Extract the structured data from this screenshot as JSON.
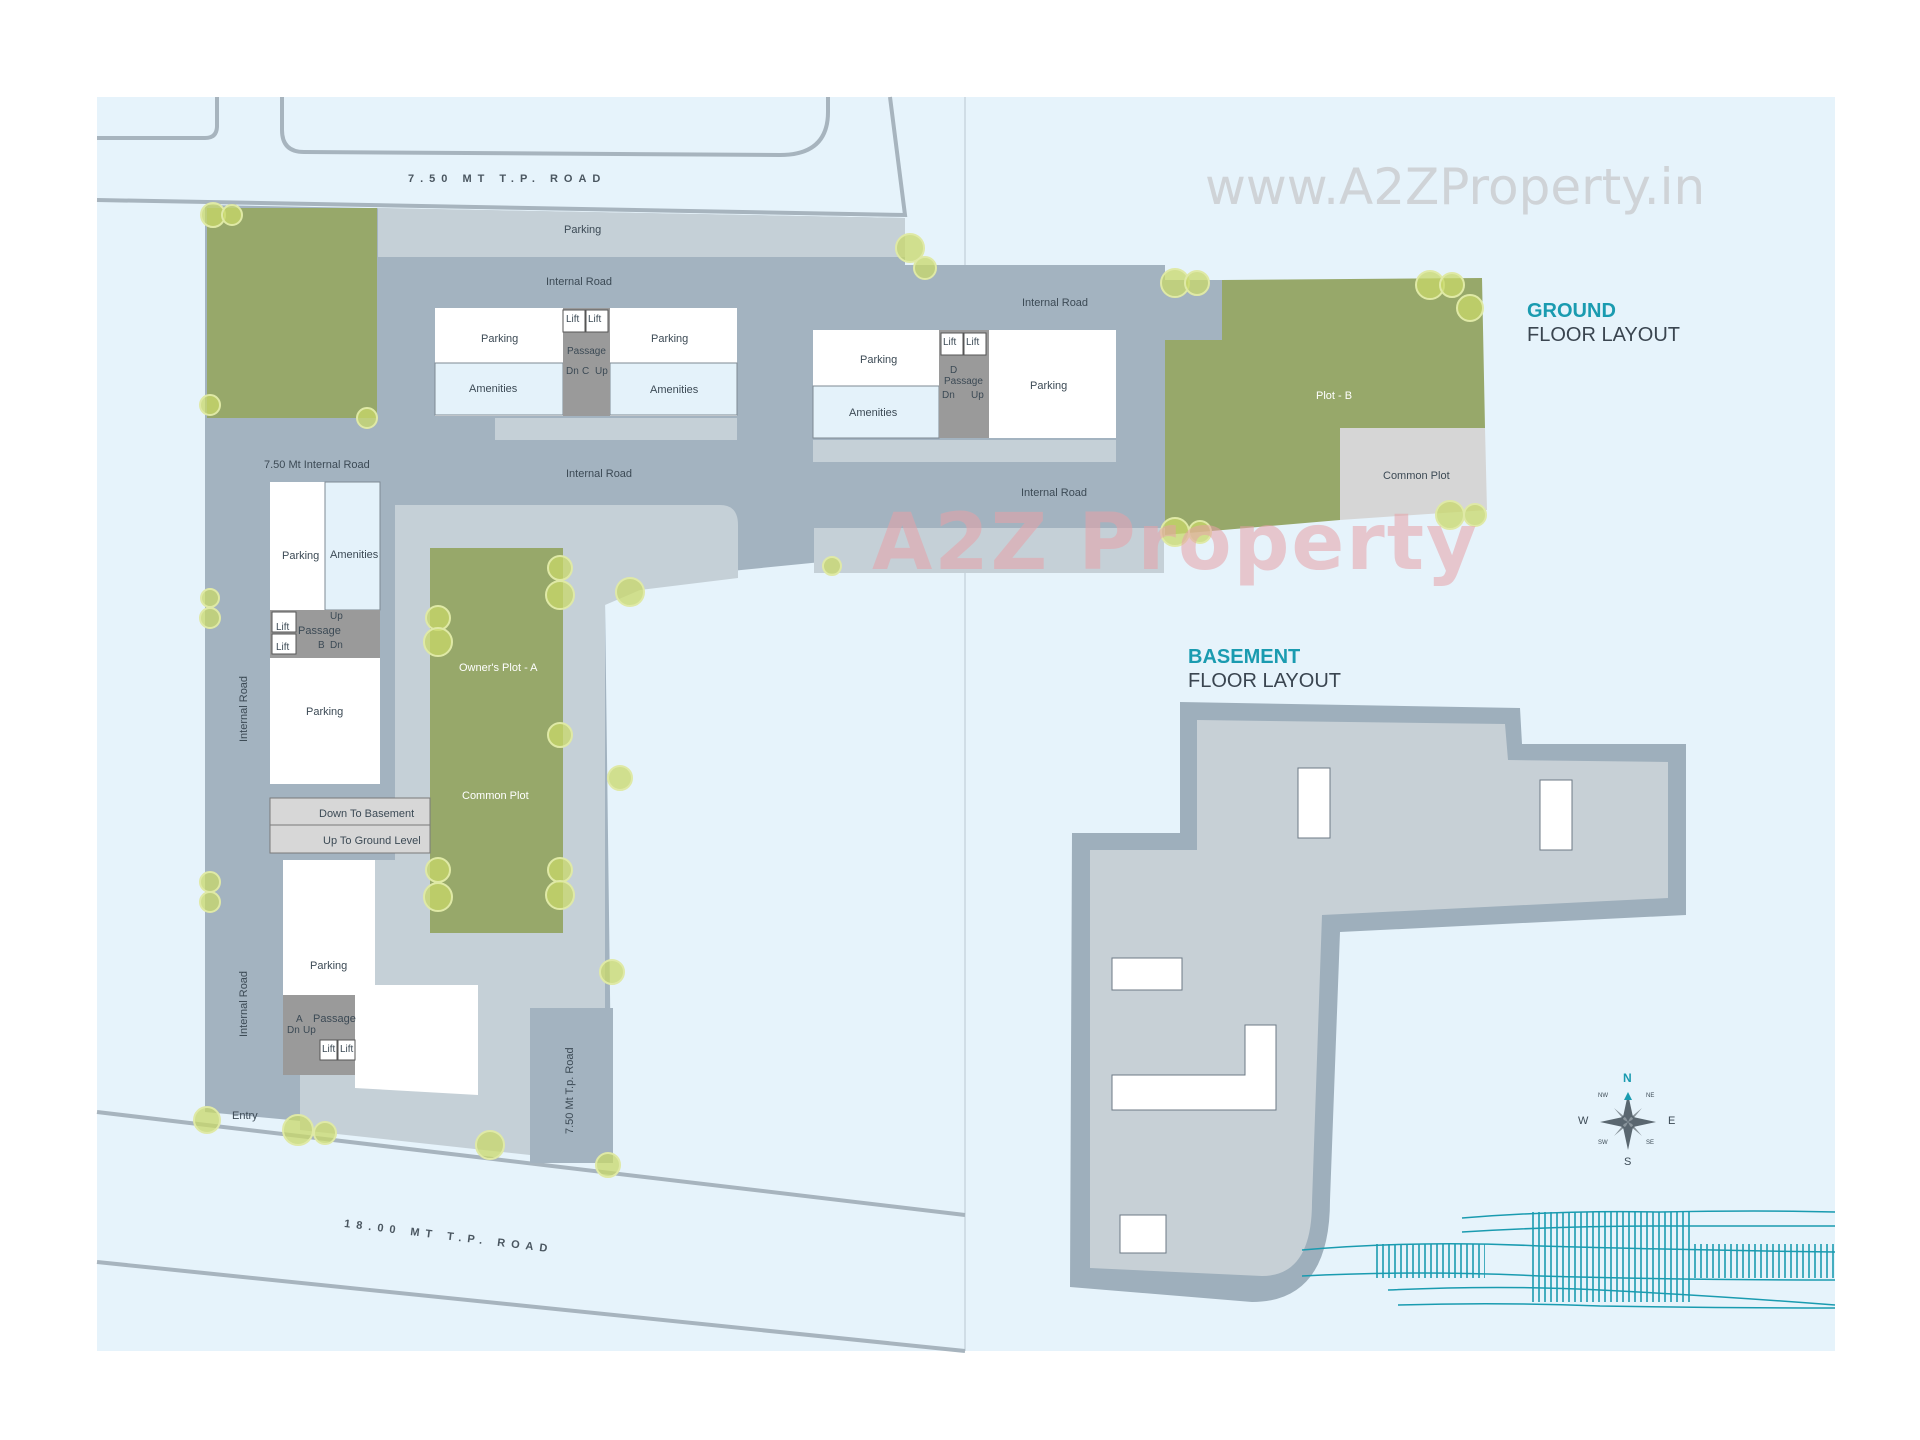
{
  "roads": {
    "top": "7.50 MT T.P. ROAD",
    "bottom": "18.00 MT T.P. ROAD",
    "internal_road": "Internal Road",
    "internal_road_750": "7.50 Mt Internal Road",
    "tp_road_750": "7.50 Mt T.p. Road",
    "entry": "Entry"
  },
  "labels": {
    "parking": "Parking",
    "amenities": "Amenities",
    "lift": "Lift",
    "passage": "Passage",
    "dn": "Dn",
    "up": "Up",
    "plot_b": "Plot - B",
    "common_plot": "Common Plot",
    "owners_plot_a": "Owner's Plot - A",
    "down_to_basement": "Down To Basement",
    "up_to_ground": "Up To Ground Level",
    "block_a": "A",
    "block_b": "B",
    "block_c": "C",
    "block_d": "D"
  },
  "titles": {
    "ground_accent": "GROUND",
    "ground_sub": "FLOOR LAYOUT",
    "basement_accent": "BASEMENT",
    "basement_sub": "FLOOR LAYOUT"
  },
  "watermark": "www.A2ZProperty.in",
  "brand_logo": "A2Z Property",
  "compass": {
    "n": "N",
    "s": "S",
    "e": "E",
    "w": "W",
    "nw": "NW",
    "ne": "NE",
    "sw": "SW",
    "se": "SE"
  },
  "colors": {
    "background": "#e6f3fb",
    "road": "#a3b3c0",
    "parking_strip": "#c5d0d7",
    "green_plot": "#97a86a",
    "accent": "#1a9bb0",
    "building": "#ffffff",
    "amenities": "#e4f2fa",
    "core": "#9a9a9a",
    "basement": "#c7d0d6",
    "basement_border": "#9eafbc",
    "common_plot": "#d6d6d6"
  }
}
